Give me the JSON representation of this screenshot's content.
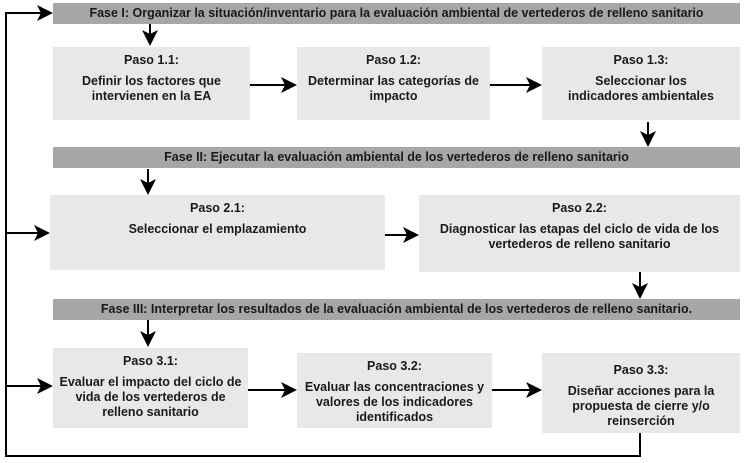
{
  "phases": [
    {
      "label": "Fase I: Organizar la situación/inventario para la evaluación ambiental de vertederos de relleno sanitario"
    },
    {
      "label": "Fase II: Ejecutar la evaluación ambiental de los vertederos de relleno sanitario"
    },
    {
      "label": "Fase III: Interpretar los resultados de la evaluación ambiental de los vertederos de relleno sanitario."
    }
  ],
  "steps": {
    "s11": {
      "title": "Paso 1.1:",
      "text": "Definir los factores que intervienen en la EA"
    },
    "s12": {
      "title": "Paso 1.2:",
      "text": "Determinar las categorías de impacto"
    },
    "s13": {
      "title": "Paso 1.3:",
      "text": "Seleccionar los indicadores ambientales"
    },
    "s21": {
      "title": "Paso 2.1:",
      "text": "Seleccionar el emplazamiento"
    },
    "s22": {
      "title": "Paso 2.2:",
      "text": "Diagnosticar las etapas del ciclo de vida de los vertederos de relleno sanitario"
    },
    "s31": {
      "title": "Paso 3.1:",
      "text": "Evaluar el impacto del ciclo de vida de los vertederos de relleno sanitario"
    },
    "s32": {
      "title": "Paso 3.2:",
      "text": "Evaluar las concentraciones y valores de los indicadores identificados"
    },
    "s33": {
      "title": "Paso 3.3:",
      "text": "Diseñar acciones para la propuesta de cierre y/o reinserción"
    }
  },
  "colors": {
    "phase": "#a6a6a6",
    "box": "#e8e8e8",
    "line": "#000000"
  }
}
